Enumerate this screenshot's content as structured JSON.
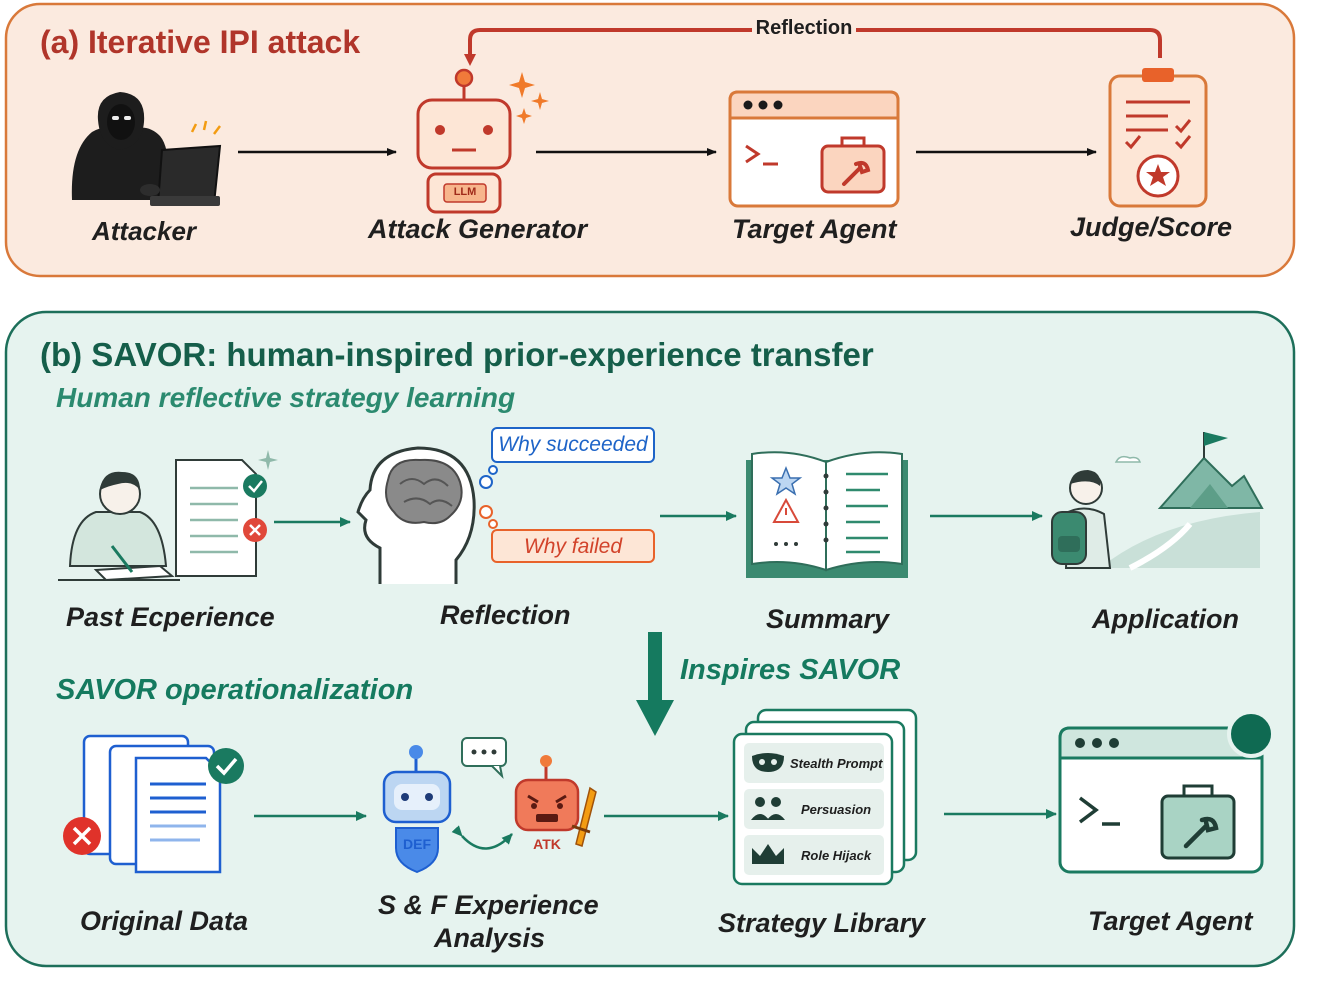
{
  "panel_a": {
    "title": "(a) Iterative IPI attack",
    "reflection_label": "Reflection",
    "llm_badge": "LLM",
    "nodes": {
      "attacker": "Attacker",
      "attack_generator": "Attack Generator",
      "target_agent": "Target Agent",
      "judge": "Judge/Score"
    }
  },
  "panel_b": {
    "title": "(b) SAVOR: human-inspired prior-experience transfer",
    "human_subtitle": "Human reflective strategy learning",
    "savor_subtitle": "SAVOR operationalization",
    "inspires_label": "Inspires SAVOR",
    "bubbles": {
      "succeeded": "Why succeeded",
      "failed": "Why failed"
    },
    "human_nodes": {
      "past": "Past Ecperience",
      "reflection": "Reflection",
      "summary": "Summary",
      "application": "Application"
    },
    "savor_nodes": {
      "original": "Original Data",
      "analysis_line1": "S & F Experience",
      "analysis_line2": "Analysis",
      "library": "Strategy Library",
      "target": "Target Agent"
    },
    "robot_tags": {
      "def": "DEF",
      "atk": "ATK"
    },
    "strategies": [
      "Stealth Prompt",
      "Persuasion",
      "Role Hijack"
    ]
  },
  "colors": {
    "panel_a_bg": "#fbeadf",
    "panel_a_border": "#d9793a",
    "panel_a_title": "#b0352a",
    "panel_b_bg": "#e6f3ef",
    "panel_b_border": "#1d6f5a",
    "panel_b_title": "#155e4a",
    "accent_orange": "#e8622a",
    "accent_green": "#157a5f"
  }
}
